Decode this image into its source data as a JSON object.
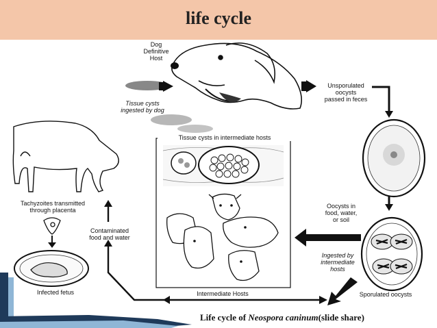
{
  "title": "life cycle",
  "labels": {
    "dog_host": "Dog\nDefinitive\nHost",
    "unsporulated": "Unsporulated\noocysts\npassed in feces",
    "tissue_cysts_dog": "Tissue cysts\ningested by dog",
    "tissue_cysts_hosts": "Tissue cysts in intermediate hosts",
    "tachyzoites": "Tachyzoites transmitted\nthrough placenta",
    "contaminated": "Contaminated\nfood and water",
    "oocysts_env": "Oocysts in\nfood, water,\nor soil",
    "ingested_by": "Ingested by\nintermediate\nhosts",
    "infected_fetus": "Infected fetus",
    "intermediate_hosts": "Intermediate Hosts",
    "sporulated": "Sporulated oocysts"
  },
  "caption": {
    "prefix": "Life cycle of ",
    "species": "Neospora caninum",
    "suffix": "(slide share)"
  },
  "colors": {
    "header_bg": "#f4c6a9",
    "accent_dark": "#1f3a5a",
    "accent_light": "#8fb6d6"
  }
}
